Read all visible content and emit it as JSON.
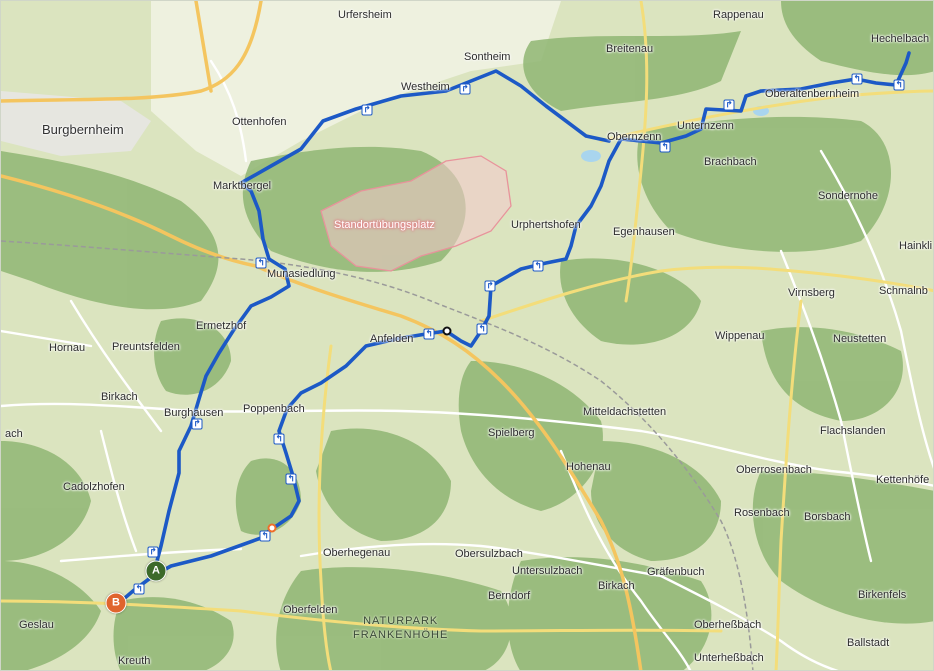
{
  "colors": {
    "route": "#1c59c6",
    "water": "#a9d5ee",
    "forest": "#8fb673",
    "field": "#dbe4bf",
    "highway": "#f4c55f",
    "start_marker": "#3c6a2a",
    "end_marker": "#e0642d",
    "poi_black": "#111111",
    "poi_orange": "#ef6d2a"
  },
  "markers": {
    "start": "A",
    "end": "B"
  },
  "places": [
    {
      "id": "urfersheim",
      "label": "Urfersheim"
    },
    {
      "id": "sontheim",
      "label": "Sontheim"
    },
    {
      "id": "westheim",
      "label": "Westheim"
    },
    {
      "id": "breitenau",
      "label": "Breitenau"
    },
    {
      "id": "rappenau",
      "label": "Rappenau"
    },
    {
      "id": "hechelbach",
      "label": "Hechelbach"
    },
    {
      "id": "oberaltenbernheim",
      "label": "Oberaltenbernheim"
    },
    {
      "id": "burgbernheim",
      "label": "Burgbernheim"
    },
    {
      "id": "ottenhofen",
      "label": "Ottenhofen"
    },
    {
      "id": "obernzenn",
      "label": "Obernzenn"
    },
    {
      "id": "unternzenn",
      "label": "Unternzenn"
    },
    {
      "id": "brachbach",
      "label": "Brachbach"
    },
    {
      "id": "marktbergel",
      "label": "Marktbergel"
    },
    {
      "id": "sondernohe",
      "label": "Sondernohe"
    },
    {
      "id": "standortuebungsplatz",
      "label": "Standortübungsplatz"
    },
    {
      "id": "urphertshofen",
      "label": "Urphertshofen"
    },
    {
      "id": "egenhausen",
      "label": "Egenhausen"
    },
    {
      "id": "hainklinge",
      "label": "Hainkli"
    },
    {
      "id": "munasiedlung",
      "label": "Munasiedlung"
    },
    {
      "id": "virnsberg",
      "label": "Virnsberg"
    },
    {
      "id": "schmalnbach",
      "label": "Schmalnb"
    },
    {
      "id": "ermetzhof",
      "label": "Ermetzhof"
    },
    {
      "id": "wippenau",
      "label": "Wippenau"
    },
    {
      "id": "neustetten",
      "label": "Neustetten"
    },
    {
      "id": "hornau",
      "label": "Hornau"
    },
    {
      "id": "preuntsfelden",
      "label": "Preuntsfelden"
    },
    {
      "id": "anfelden",
      "label": "Anfelden"
    },
    {
      "id": "birkach-w",
      "label": "Birkach"
    },
    {
      "id": "burghausen",
      "label": "Burghausen"
    },
    {
      "id": "poppenbach",
      "label": "Poppenbach"
    },
    {
      "id": "mitteldachstetten",
      "label": "Mitteldachstetten"
    },
    {
      "id": "ach",
      "label": "ach"
    },
    {
      "id": "spielberg",
      "label": "Spielberg"
    },
    {
      "id": "flachslanden",
      "label": "Flachslanden"
    },
    {
      "id": "hohenau",
      "label": "Hohenau"
    },
    {
      "id": "cadolzhofen",
      "label": "Cadolzhofen"
    },
    {
      "id": "oberrosenbach",
      "label": "Oberrosenbach"
    },
    {
      "id": "kettenhoefe",
      "label": "Kettenhöfe"
    },
    {
      "id": "rosenbach",
      "label": "Rosenbach"
    },
    {
      "id": "borsbach",
      "label": "Borsbach"
    },
    {
      "id": "oberhegenau",
      "label": "Oberhegenau"
    },
    {
      "id": "obersulzbach",
      "label": "Obersulzbach"
    },
    {
      "id": "untersulzbach",
      "label": "Untersulzbach"
    },
    {
      "id": "graefenbuch",
      "label": "Gräfenbuch"
    },
    {
      "id": "birkach-s",
      "label": "Birkach"
    },
    {
      "id": "berndorf",
      "label": "Berndorf"
    },
    {
      "id": "birkenfels",
      "label": "Birkenfels"
    },
    {
      "id": "geslau",
      "label": "Geslau"
    },
    {
      "id": "oberfelden",
      "label": "Oberfelden"
    },
    {
      "id": "oberhessbach",
      "label": "Oberheßbach"
    },
    {
      "id": "ballstadt",
      "label": "Ballstadt"
    },
    {
      "id": "kreuth",
      "label": "Kreuth"
    },
    {
      "id": "unterhessbach",
      "label": "Unterheßbach"
    }
  ],
  "park": {
    "line1": "NATURPARK",
    "line2": "FRANKENHÖHE"
  },
  "direction_icons": [
    "↱",
    "↱",
    "↰",
    "↰",
    "↰",
    "↰",
    "↱",
    "↰",
    "↰",
    "↱",
    "↰",
    "↱",
    "↰",
    "↰",
    "↰",
    "↰",
    "↱"
  ]
}
